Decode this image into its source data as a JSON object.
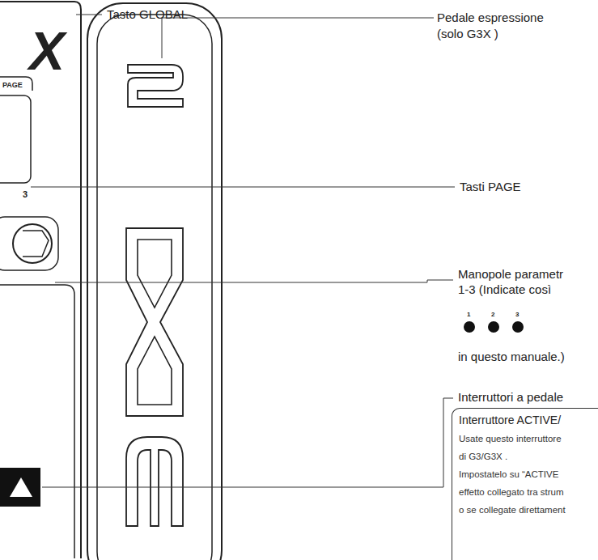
{
  "diagram": {
    "nodes": [
      {
        "text": [
          "Interruttore ACTIVE/",
          "Usate questo interruttore",
          "di G3/G3X .",
          "Impostatelo su “ACTIVE",
          "effetto collegato tra strum",
          "o se collegate direttament"
        ]
      }
    ],
    "labels": [
      "Tasto GLOBAL",
      "Pedale espressione",
      "(solo G3X )",
      "Tasti PAGE",
      "Manopole parametr",
      "1-3 (Indicate così",
      "1",
      "2",
      "3",
      "in questo manuale.)",
      "Interruttori a pedale",
      "X",
      "PAGE",
      "3"
    ]
  }
}
